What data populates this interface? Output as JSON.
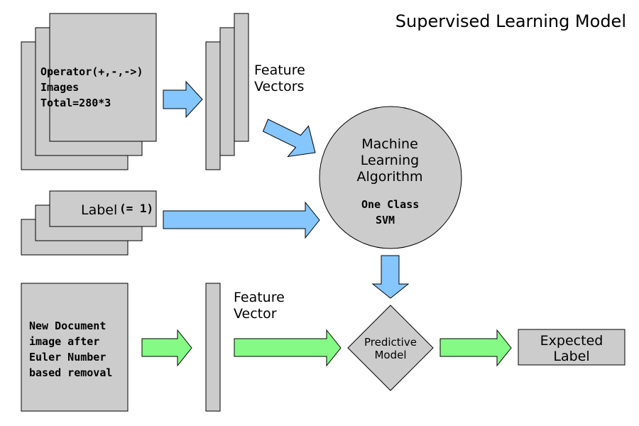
{
  "title": "Supervised Learning Model",
  "training_images": {
    "line1": "Operator(+,-,->)",
    "line2": "Images",
    "line3": "Total=280*3"
  },
  "feature_vectors_label": {
    "line1": "Feature",
    "line2": "Vectors"
  },
  "labels": {
    "prefix": "Label",
    "value": "(= 1)"
  },
  "ml_algorithm": {
    "line1": "Machine",
    "line2": "Learning",
    "line3": "Algorithm",
    "method_line1": "One Class",
    "method_line2": "SVM"
  },
  "new_document": {
    "line1": "New Document",
    "line2": "image after",
    "line3": "Euler Number",
    "line4": "based removal"
  },
  "feature_vector_label": {
    "line1": "Feature",
    "line2": "Vector"
  },
  "predictive_model": {
    "line1": "Predictive",
    "line2": "Model"
  },
  "expected_label": {
    "line1": "Expected",
    "line2": "Label"
  },
  "colors": {
    "box_fill": "#cccccc",
    "arrow_blue": "#85c6ff",
    "arrow_green": "#85fb85",
    "outline": "#000000"
  }
}
